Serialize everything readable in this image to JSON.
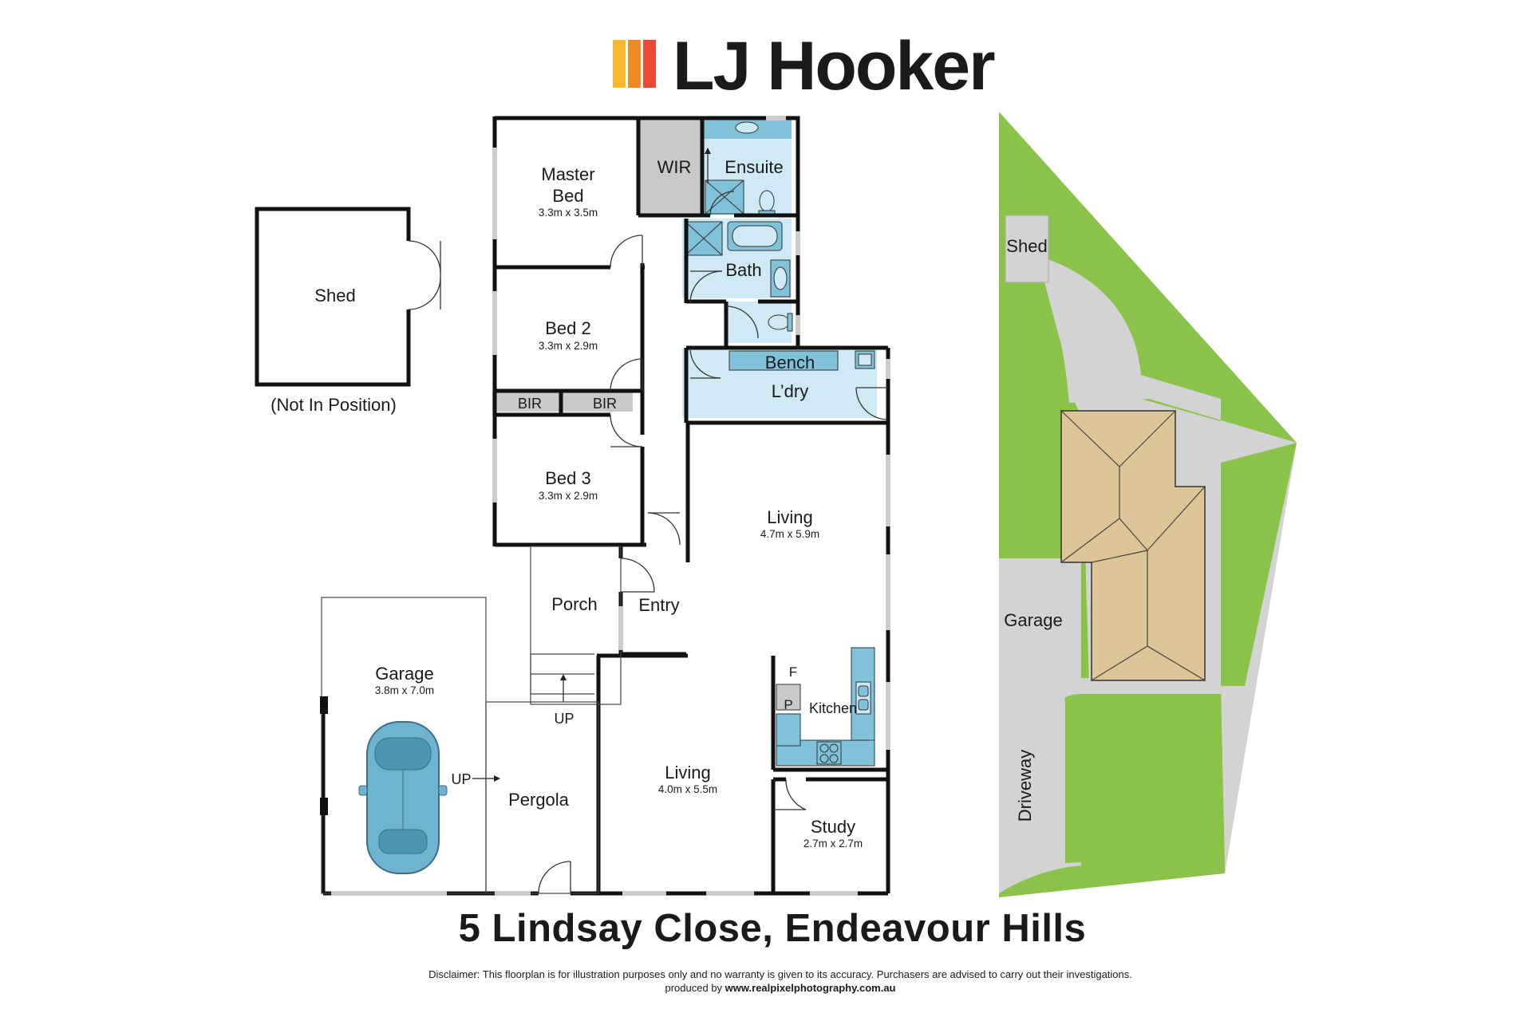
{
  "brand": {
    "name": "LJ Hooker",
    "stripe_colors": [
      "#f5b82e",
      "#f08a24",
      "#ea4b35"
    ]
  },
  "rooms": {
    "master_bed": {
      "name_line1": "Master",
      "name_line2": "Bed",
      "size": "3.3m x 3.5m"
    },
    "wir": {
      "name": "WIR"
    },
    "ensuite": {
      "name": "Ensuite"
    },
    "bath": {
      "name": "Bath"
    },
    "bed2": {
      "name": "Bed 2",
      "size": "3.3m x 2.9m"
    },
    "bir_left": {
      "name": "BIR"
    },
    "bir_right": {
      "name": "BIR"
    },
    "bed3": {
      "name": "Bed 3",
      "size": "3.3m x 2.9m"
    },
    "bench": {
      "name": "Bench"
    },
    "laundry": {
      "name": "L’dry"
    },
    "living_upper": {
      "name": "Living",
      "size": "4.7m x 5.9m"
    },
    "porch": {
      "name": "Porch"
    },
    "entry": {
      "name": "Entry"
    },
    "garage": {
      "name": "Garage",
      "size": "3.8m x 7.0m"
    },
    "pergola": {
      "name": "Pergola"
    },
    "living_lower": {
      "name": "Living",
      "size": "4.0m x 5.5m"
    },
    "fridge": {
      "name": "F"
    },
    "pantry": {
      "name": "P"
    },
    "kitchen": {
      "name": "Kitchen"
    },
    "study": {
      "name": "Study",
      "size": "2.7m x 2.7m"
    }
  },
  "shed": {
    "name": "Shed",
    "note": "(Not In Position)"
  },
  "stairs": {
    "up_label_1": "UP",
    "up_label_2": "UP"
  },
  "site_plan": {
    "shed_label": "Shed",
    "garage_label": "Garage",
    "driveway_label": "Driveway"
  },
  "address": "5 Lindsay Close, Endeavour Hills",
  "disclaimer": "Disclaimer: This floorplan is for illustration purposes only and no warranty is given to its accuracy. Purchasers are advised to carry out their investigations.",
  "credit_prefix": "produced by ",
  "credit_site": "www.realpixelphotography.com.au",
  "colors": {
    "wet_area": "#7fc2da",
    "wet_area_light": "#cfe9f5",
    "robe": "#c9c9c9",
    "lawn": "#8bc34a",
    "paving": "#d3d3d3",
    "roof": "#dcc596",
    "car": "#6fb3cf"
  }
}
